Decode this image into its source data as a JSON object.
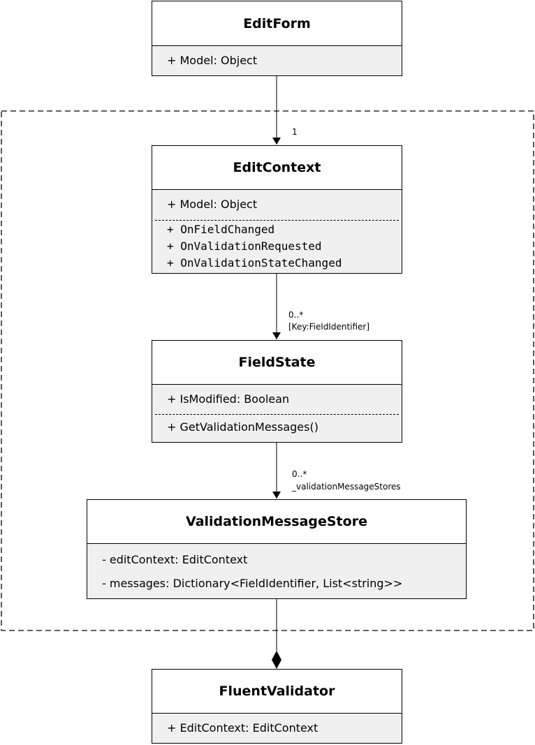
{
  "classes": {
    "edit_form": {
      "name": "EditForm",
      "attributes": [
        "+ Model: Object"
      ]
    },
    "edit_context": {
      "name": "EditContext",
      "attributes": [
        "+ Model: Object"
      ],
      "events": [
        "+ OnFieldChanged",
        "+ OnValidationRequested",
        "+ OnValidationStateChanged"
      ]
    },
    "field_state": {
      "name": "FieldState",
      "attributes": [
        "+ IsModified: Boolean"
      ],
      "methods": [
        "+ GetValidationMessages()"
      ]
    },
    "validation_message_store": {
      "name": "ValidationMessageStore",
      "attributes": [
        "- editContext: EditContext",
        "- messages: Dictionary<FieldIdentifier, List<string>>"
      ]
    },
    "fluent_validator": {
      "name": "FluentValidator",
      "attributes": [
        "+ EditContext: EditContext"
      ]
    }
  },
  "associations": {
    "form_to_context": {
      "multiplicity": "1"
    },
    "context_to_fieldstate": {
      "multiplicity": "0..*",
      "qualifier": "[Key:FieldIdentifier]"
    },
    "fieldstate_to_store": {
      "multiplicity": "0..*",
      "role": "_validationMessageStores"
    },
    "validator_to_context": {
      "type": "composition"
    }
  },
  "colors": {
    "header_fill": "#ffffff",
    "body_fill": "#f0f0f0",
    "line": "#000000"
  }
}
